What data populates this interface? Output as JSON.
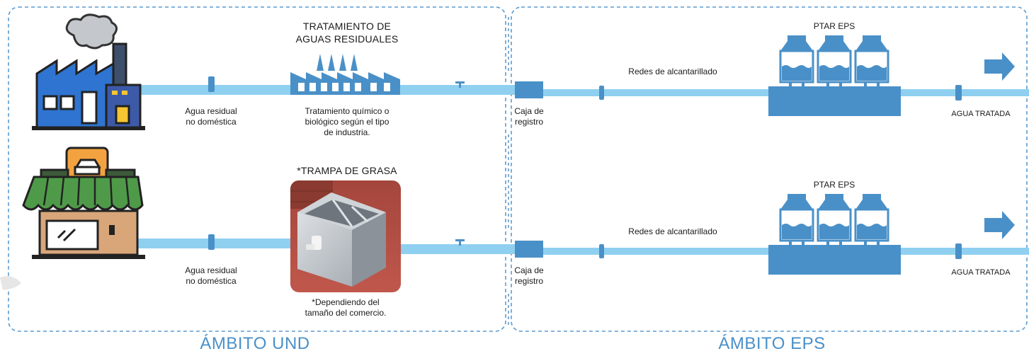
{
  "colors": {
    "pipe": "#8fd0f0",
    "accent": "#4a90c8",
    "border": "#5b9bd0"
  },
  "row_top": {
    "source_icon": "factory-icon",
    "treatment_title_line1": "TRATAMIENTO DE",
    "treatment_title_line2": "AGUAS RESIDUALES",
    "water_label_line1": "Agua residual",
    "water_label_line2": "no doméstica",
    "treatment_note_line1": "Tratamiento químico o",
    "treatment_note_line2": "biológico según el tipo",
    "treatment_note_line3": "de industria.",
    "box_label_line1": "Caja de",
    "box_label_line2": "registro",
    "network_label": "Redes de alcantarillado",
    "plant_label": "PTAR EPS",
    "treated_label": "AGUA TRATADA"
  },
  "row_bottom": {
    "source_icon": "shop-icon",
    "trap_title": "*TRAMPA DE GRASA",
    "water_label_line1": "Agua residual",
    "water_label_line2": "no doméstica",
    "trap_note_line1": "*Dependiendo del",
    "trap_note_line2": "tamaño del comercio.",
    "box_label_line1": "Caja de",
    "box_label_line2": "registro",
    "network_label": "Redes de alcantarillado",
    "plant_label": "PTAR EPS",
    "treated_label": "AGUA TRATADA"
  },
  "scopes": {
    "left": "ÁMBITO UND",
    "right": "ÁMBITO EPS"
  }
}
